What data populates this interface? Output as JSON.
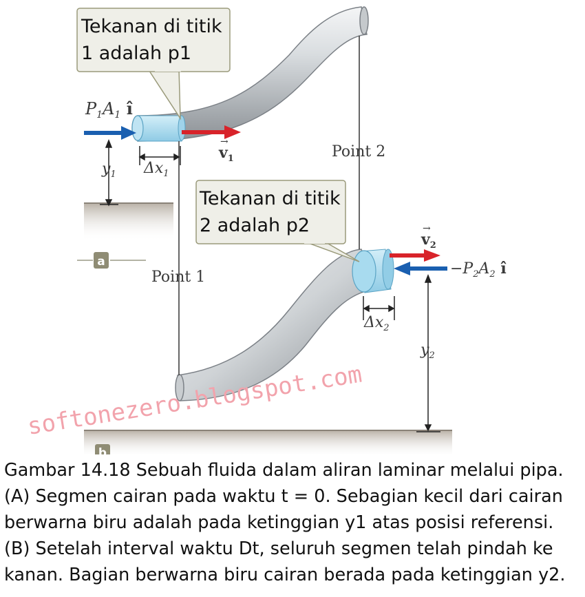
{
  "callout1": {
    "line1": "Tekanan di titik",
    "line2": "1 adalah p1"
  },
  "callout2": {
    "line1": "Tekanan di titik",
    "line2": "2 adalah p2"
  },
  "labels": {
    "force1_main": "P",
    "force1_sub1": "1",
    "force1_A": "A",
    "force1_sub2": "1",
    "force1_unit": " î",
    "v1_main": "v",
    "v1_sub": "1",
    "y1_main": "y",
    "y1_sub": "1",
    "dx1_main": "Δx",
    "dx1_sub": "1",
    "point1": "Point 1",
    "point2": "Point 2",
    "v2_main": "v",
    "v2_sub": "2",
    "force2_main": "−P",
    "force2_sub1": "2",
    "force2_A": "A",
    "force2_sub2": "2",
    "force2_unit": " î",
    "dx2_main": "Δx",
    "dx2_sub": "2",
    "y2_main": "y",
    "y2_sub": "2",
    "badge_a": "a",
    "badge_b": "b"
  },
  "watermark": "softonezero.blogspot.com",
  "caption": {
    "line1": "Gambar 14.18 Sebuah fluida dalam aliran laminar melalui pipa.",
    "line2": "(A) Segmen cairan pada waktu t = 0. Sebagian kecil dari cairan",
    "line3": "berwarna biru adalah pada ketinggian y1 atas posisi referensi.",
    "line4": "(B) Setelah interval waktu Dt, seluruh segmen telah pindah ke",
    "line5": "kanan. Bagian berwarna biru  cairan berada pada ketinggian y2."
  },
  "colors": {
    "fluid_blue": "#a9dbef",
    "force_arrow": "#1a5fb0",
    "velocity_arrow": "#d8232a",
    "callout_fill": "#efefe8",
    "ground": "#c8c1b8"
  }
}
